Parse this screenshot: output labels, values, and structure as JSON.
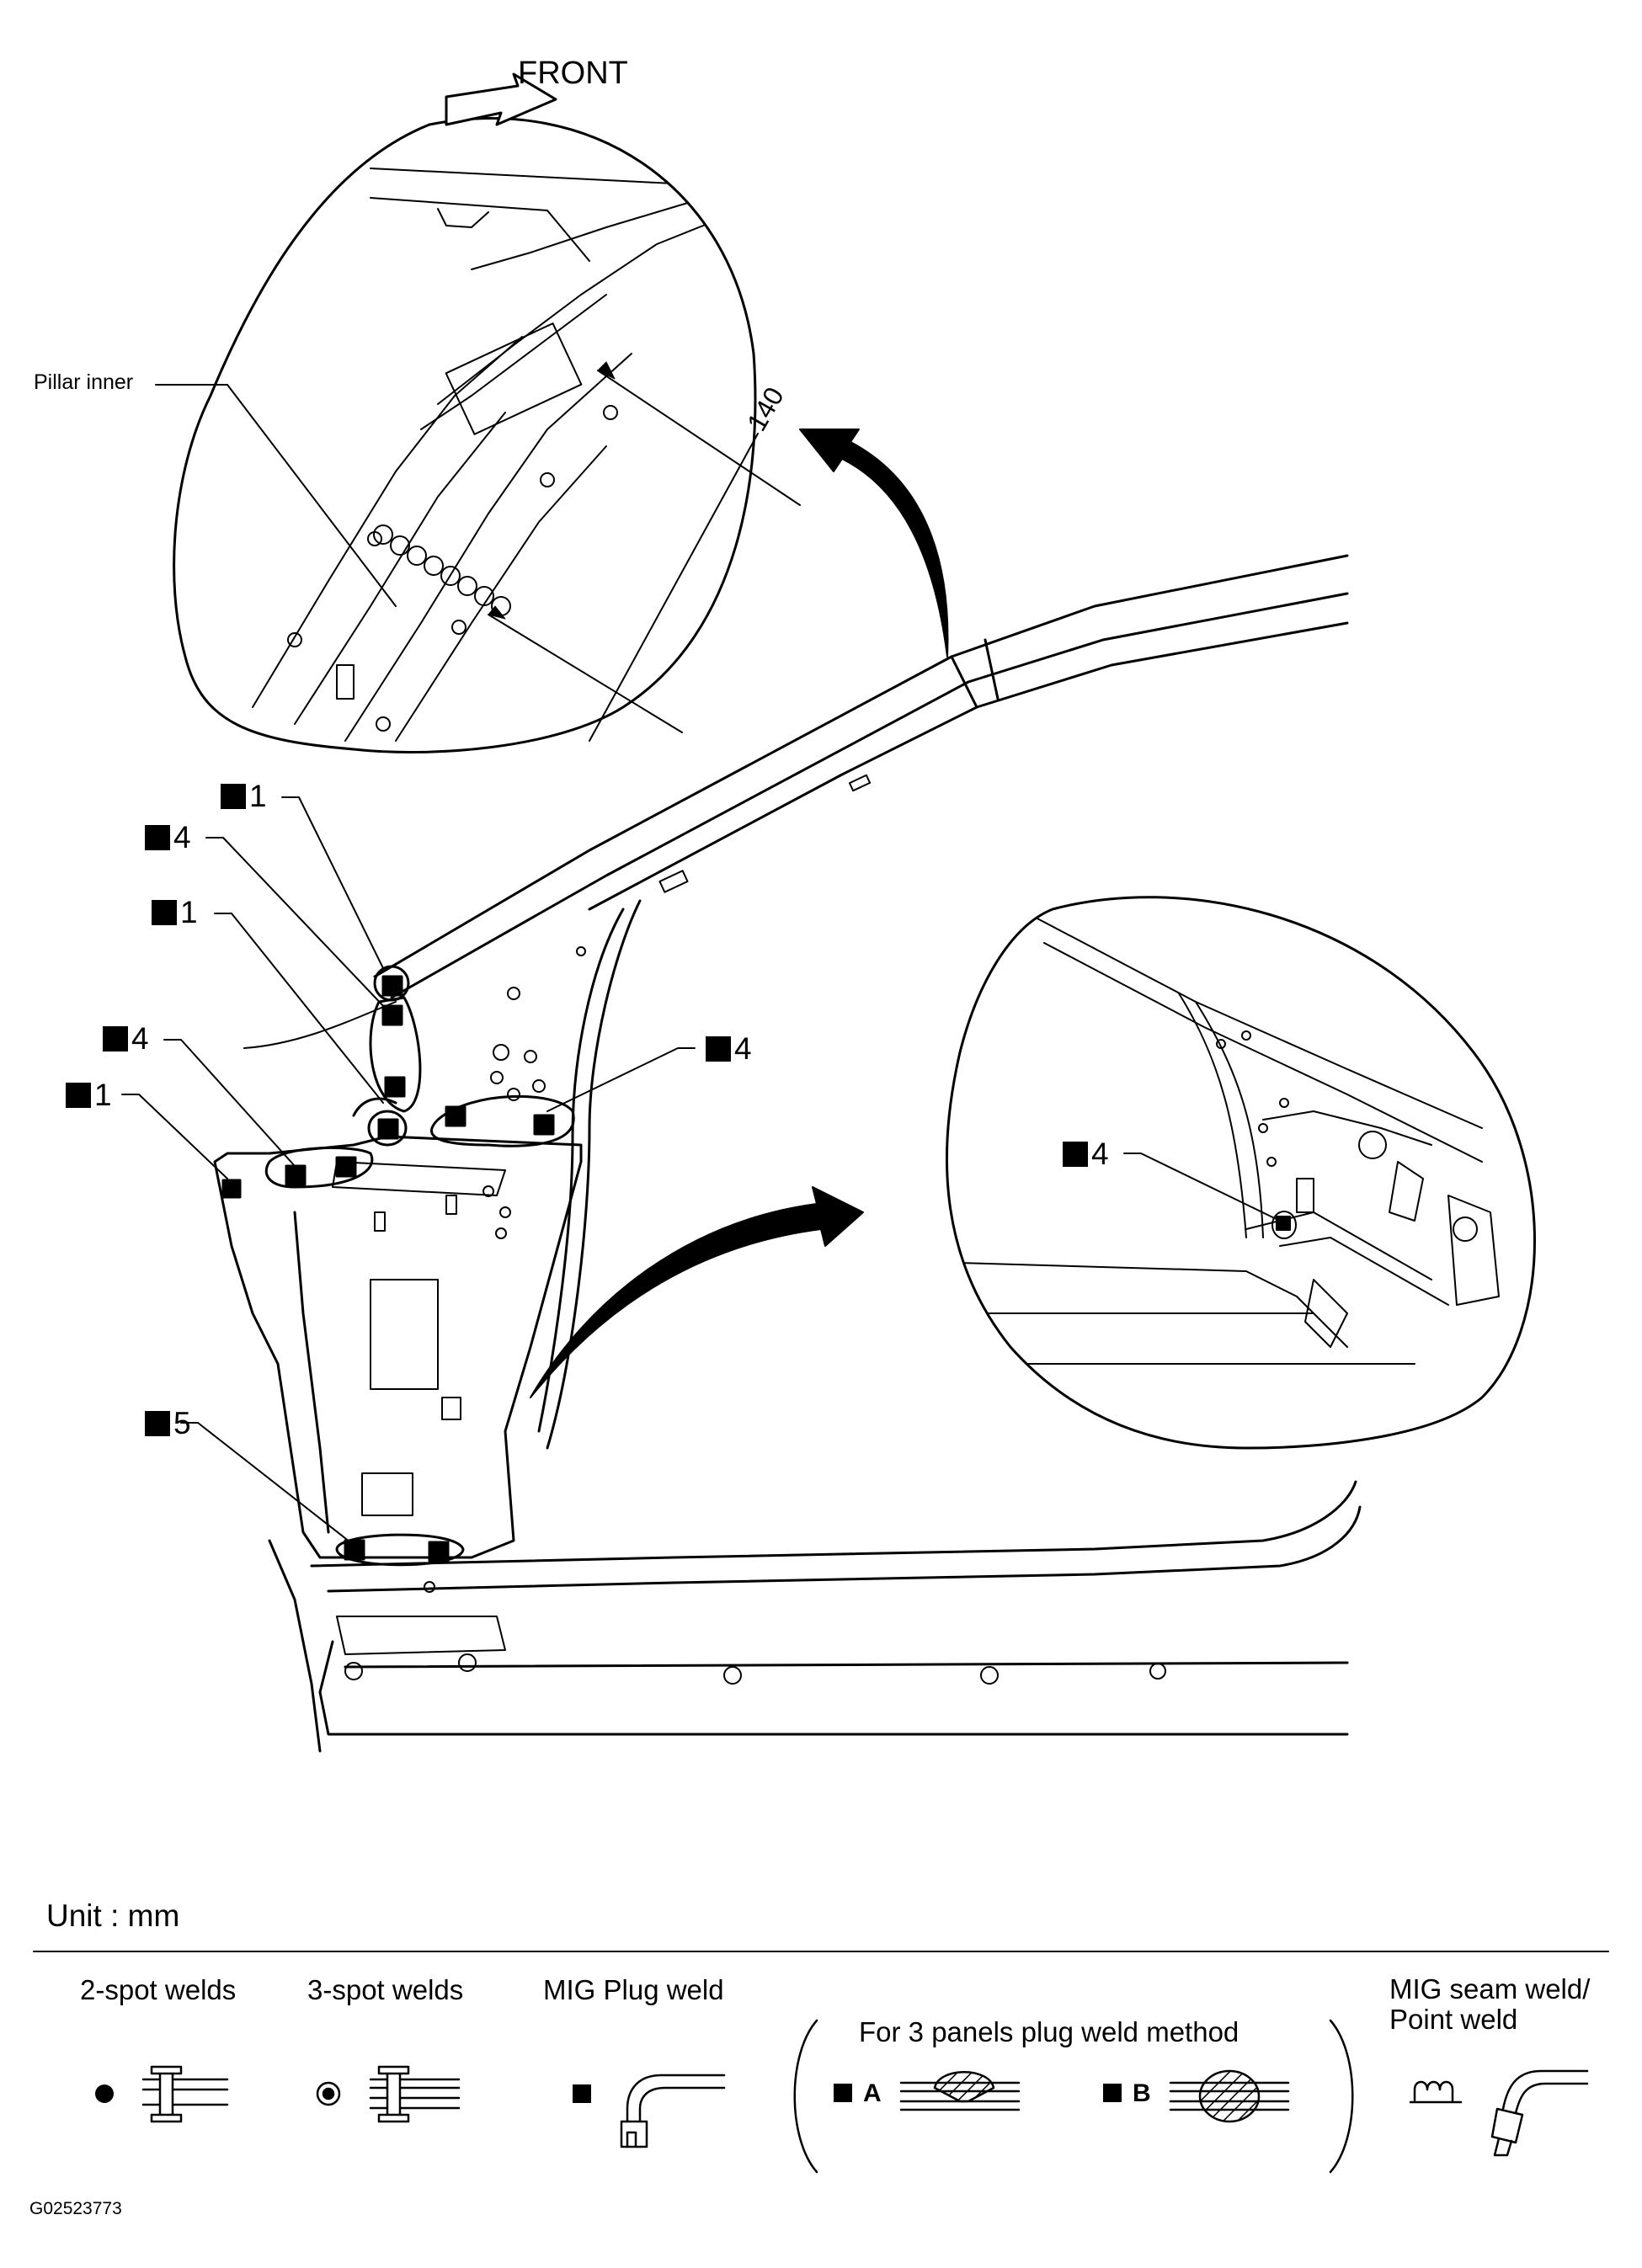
{
  "header": {
    "front_label": "FRONT"
  },
  "detail": {
    "pillar_label": "Pillar inner",
    "dimension": "140"
  },
  "callouts": [
    {
      "value": "1"
    },
    {
      "value": "4"
    },
    {
      "value": "1"
    },
    {
      "value": "4"
    },
    {
      "value": "1"
    },
    {
      "value": "4"
    },
    {
      "value": "5"
    },
    {
      "value": "4"
    }
  ],
  "footer": {
    "unit": "Unit : mm",
    "figure_code": "G02523773"
  },
  "legend": {
    "two_spot": "2-spot welds",
    "three_spot": "3-spot welds",
    "mig_plug": "MIG Plug weld",
    "three_panel": "For 3 panels plug weld method",
    "method_a": "A",
    "method_b": "B",
    "mig_seam": "MIG seam weld/\nPoint weld"
  }
}
